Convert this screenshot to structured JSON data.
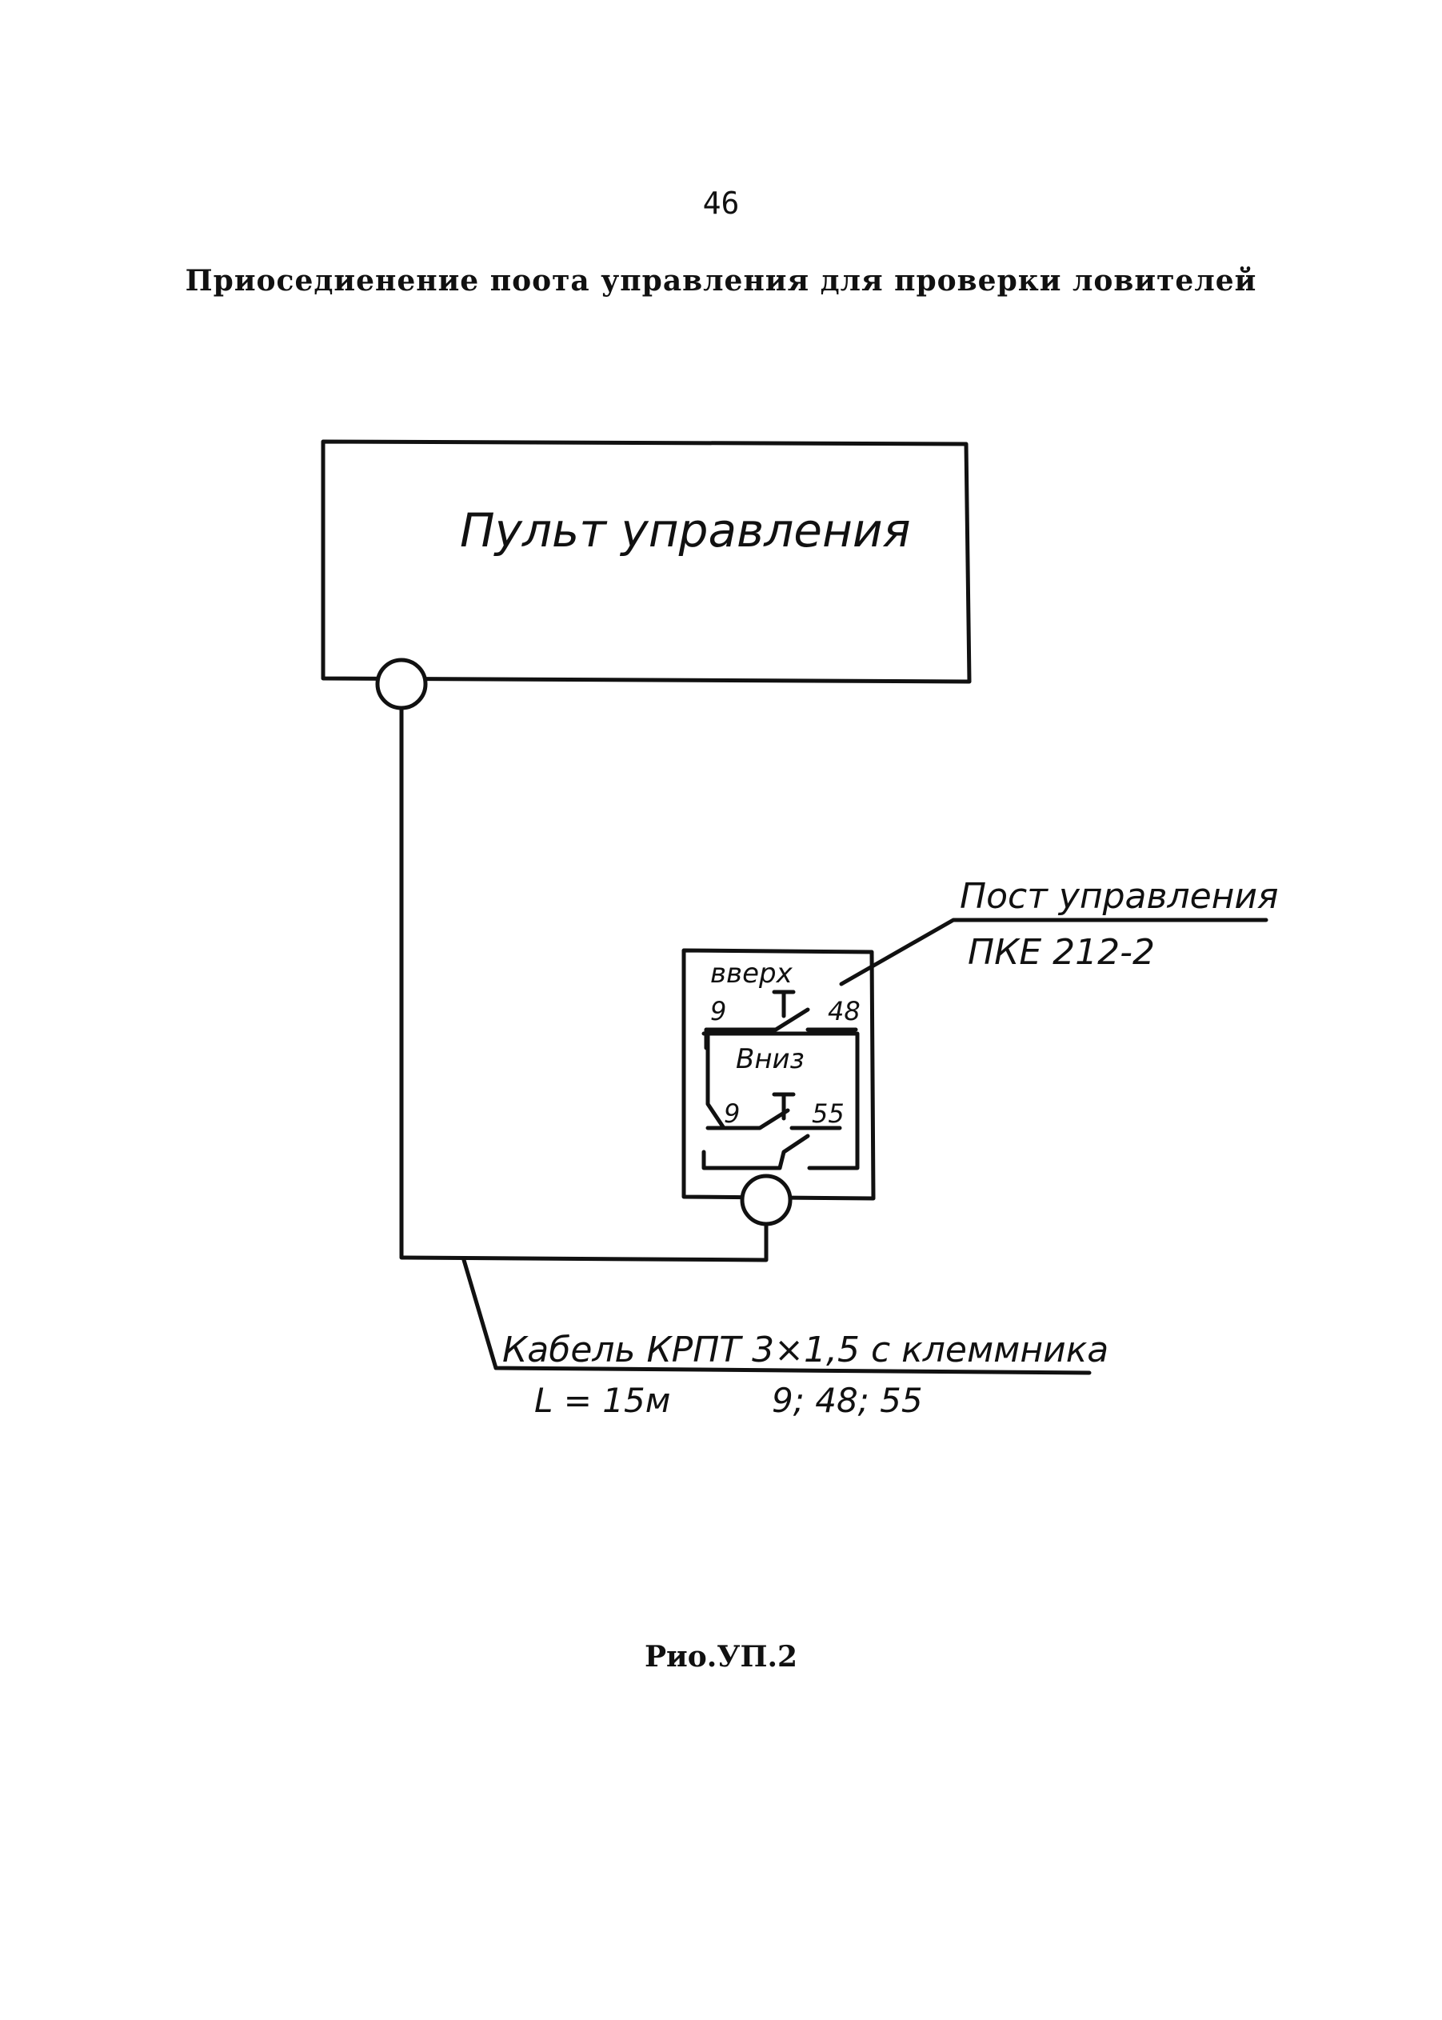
{
  "page": {
    "number": "46",
    "title": "Приоседиенение поота управления для проверки ловителей",
    "figure_label": "Рио.УП.2"
  },
  "diagram": {
    "control_panel_label": "Пульт управления",
    "station_label_line1": "Пост управления",
    "station_label_line2": "ПКЕ 212-2",
    "button_up_label": "вверх",
    "button_down_label": "Вниз",
    "terminal_up_left": "9",
    "terminal_up_right": "48",
    "terminal_down_left": "9",
    "terminal_down_right": "55",
    "cable_label": "Кабель КРПТ 3×1,5 с клеммника",
    "cable_length": "L = 15м",
    "cable_terminals": "9; 48; 55"
  }
}
